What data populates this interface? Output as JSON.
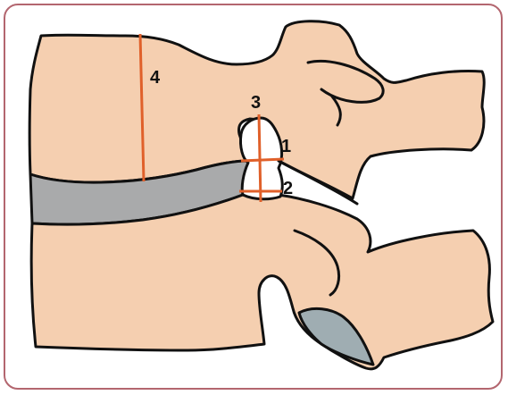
{
  "diagram": {
    "labels": {
      "l1": "1",
      "l2": "2",
      "l3": "3",
      "l4": "4"
    },
    "colors": {
      "frame": "#b3666f",
      "bone": "#f5cfb0",
      "outline": "#111111",
      "disc": "#a9aaab",
      "joint": "#9fadb2",
      "measure": "#e0602a"
    }
  }
}
